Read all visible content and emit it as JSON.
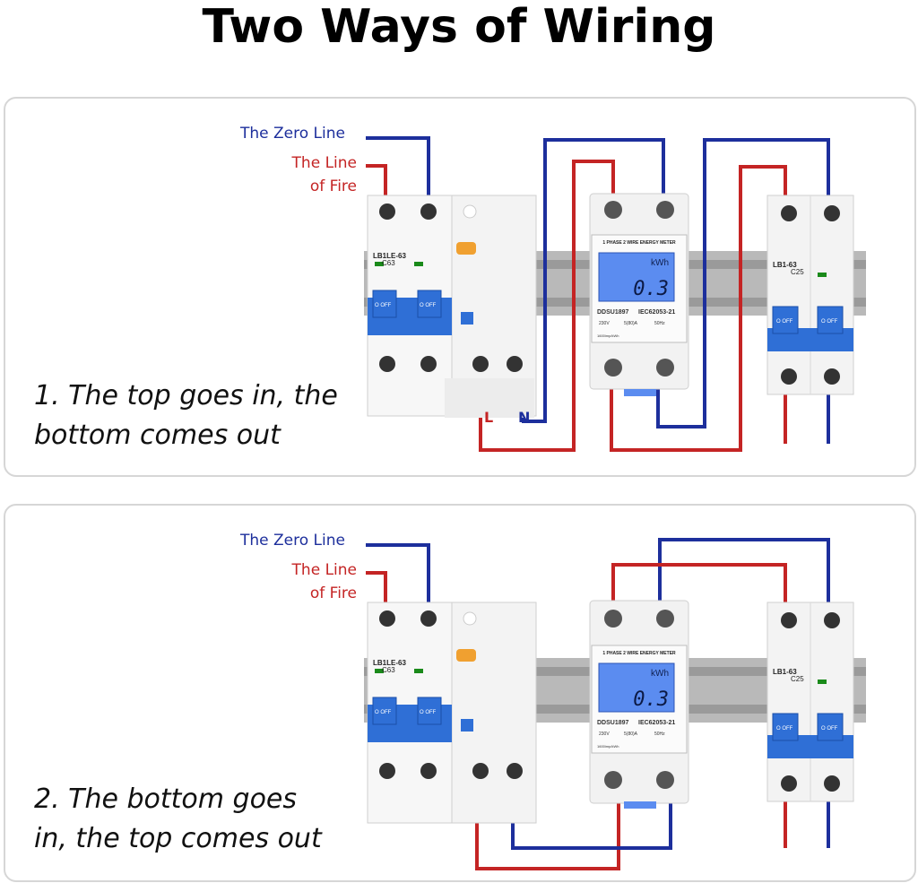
{
  "title": "Two Ways of Wiring",
  "colors": {
    "zero_line": "#1d2f9c",
    "fire_line": "#c42424",
    "breaker_handle": "#2f6fd6",
    "meter_screen": "#5b8cf0"
  },
  "labels": {
    "zero_line": "The Zero Line",
    "fire_line_1": "The Line",
    "fire_line_2": "of Fire"
  },
  "panels": [
    {
      "caption_1": "1. The top goes in, the",
      "caption_2": "bottom comes out",
      "terminal_l": "L",
      "terminal_n": "N"
    },
    {
      "caption_1": "2. The bottom goes",
      "caption_2": "in, the top comes out"
    }
  ],
  "rcbo": {
    "model": "LB1LE-63",
    "rating": "C63",
    "switch_text": "O OFF"
  },
  "meter": {
    "header": "1 PHASE 2 WIRE ENERGY METER",
    "unit": "kWh",
    "reading": "0.3",
    "model": "DDSU1897",
    "standard": "IEC62053-21",
    "voltage": "230V",
    "current": "5(80)A",
    "freq": "50Hz",
    "imp": "1600imp/kWh"
  },
  "mcb": {
    "model": "LB1-63",
    "rating": "C25",
    "switch_text": "O OFF"
  }
}
